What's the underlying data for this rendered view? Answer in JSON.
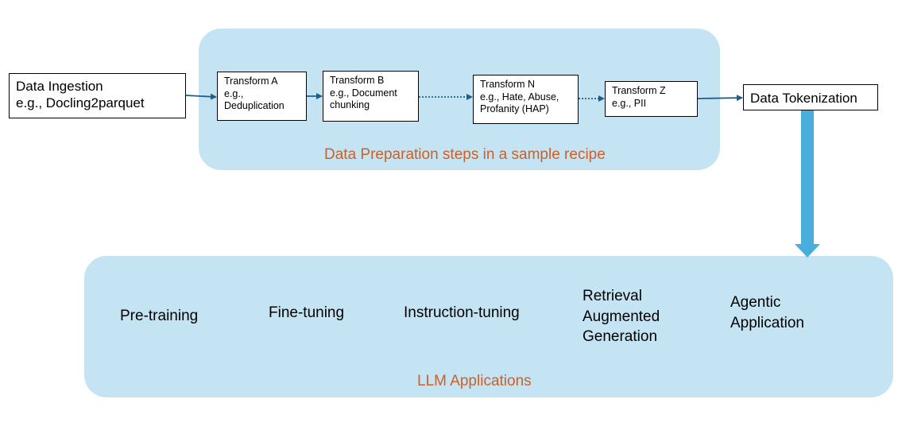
{
  "prep_panel": {
    "caption": "Data Preparation steps in a sample recipe"
  },
  "ingestion": {
    "line1": "Data Ingestion",
    "line2": "e.g., Docling2parquet"
  },
  "transforms": [
    {
      "lines": [
        "Transform A",
        "e.g.,",
        "Deduplication"
      ]
    },
    {
      "lines": [
        "Transform B",
        "e.g., Document",
        "chunking"
      ]
    },
    {
      "lines": [
        "Transform N",
        "e.g., Hate, Abuse,",
        "Profanity (HAP)"
      ]
    },
    {
      "lines": [
        "Transform Z",
        "e.g., PII"
      ]
    }
  ],
  "tokenization": {
    "label": "Data Tokenization"
  },
  "llm_panel": {
    "caption": "LLM Applications",
    "applications": [
      {
        "lines": [
          "Pre-training"
        ]
      },
      {
        "lines": [
          "Fine-tuning"
        ]
      },
      {
        "lines": [
          "Instruction-tuning"
        ]
      },
      {
        "lines": [
          "Retrieval",
          "Augmented",
          "Generation"
        ]
      },
      {
        "lines": [
          "Agentic",
          "Application"
        ]
      }
    ]
  },
  "colors": {
    "panel_fill": "#c4e4f3",
    "caption_text": "#c8612b",
    "connector": "#1f5f87",
    "big_arrow": "#4aaedc"
  }
}
